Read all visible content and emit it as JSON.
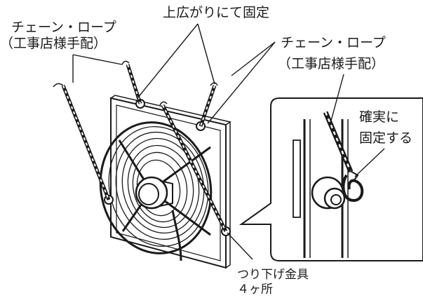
{
  "labels": {
    "chain_rope_left_line1": "チェーン・ロープ",
    "chain_rope_left_line2": "（工事店様手配）",
    "fixed_upward": "上広がりにて固定",
    "chain_rope_right_line1": "チェーン・ロープ",
    "chain_rope_right_line2": "（工事店様手配）",
    "secure_line1": "確実に",
    "secure_line2": "固定する",
    "hanger_line1": "つり下げ金具",
    "hanger_line2": "４ヶ所"
  },
  "colors": {
    "ink": "#1a1a1a",
    "panel": "#ffffff",
    "background": "#ffffff"
  }
}
